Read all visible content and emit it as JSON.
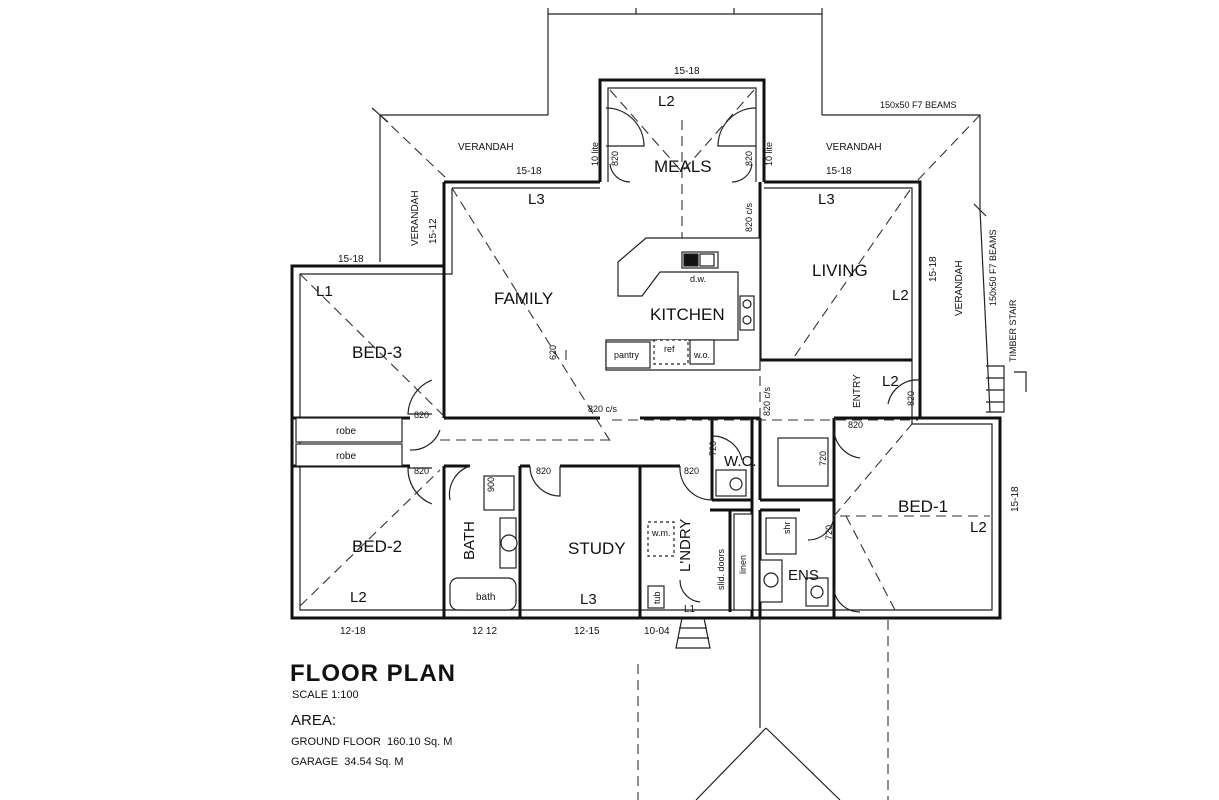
{
  "rooms": {
    "meals": "MEALS",
    "family": "FAMILY",
    "kitchen": "KITCHEN",
    "living": "LIVING",
    "bed3": "BED-3",
    "bed2": "BED-2",
    "bed1": "BED-1",
    "bath": "BATH",
    "study": "STUDY",
    "laundry": "L'NDRY",
    "wc": "W.C.",
    "ens": "ENS",
    "entry": "ENTRY",
    "verandah": "VERANDAH",
    "robe": "robe",
    "pantry": "pantry",
    "ref": "ref",
    "wo": "w.o.",
    "dw": "d.w.",
    "bath_tub": "bath",
    "wm": "w.m.",
    "linen": "linen",
    "slid_doors": "slid. doors",
    "tub": "tub",
    "shr": "shr"
  },
  "levels": {
    "meals": "L2",
    "family": "L3",
    "living": "L3",
    "living_side": "L2",
    "bed3": "L1",
    "bed2": "L2",
    "bed1": "L2",
    "study": "L3",
    "entry": "L2",
    "laundry": "L1"
  },
  "dimensions": {
    "meals_top": "15-18",
    "family_top": "15-18",
    "living_top": "15-18",
    "bed3_top": "15-18",
    "verandah_left": "15-12",
    "living_right": "15-18",
    "bed1_right": "15-18",
    "bed2_bottom": "12-18",
    "bath_bottom": "12 12",
    "study_bottom": "12-15",
    "laundry_bottom": "10-04",
    "door_820": "820",
    "door_720": "720",
    "door_620": "620",
    "door_900": "900",
    "door_820cs": "820 c/s",
    "lite_10": "10 lite",
    "beams": "150x50 F7 BEAMS",
    "timber_stair": "TIMBER STAIR"
  },
  "title_block": {
    "title": "FLOOR PLAN",
    "scale": "SCALE 1:100",
    "area_heading": "AREA:",
    "ground_floor_label": "GROUND FLOOR",
    "ground_floor_value": "160.10",
    "garage_label": "GARAGE",
    "garage_value": "34.54",
    "unit": "Sq. M"
  }
}
